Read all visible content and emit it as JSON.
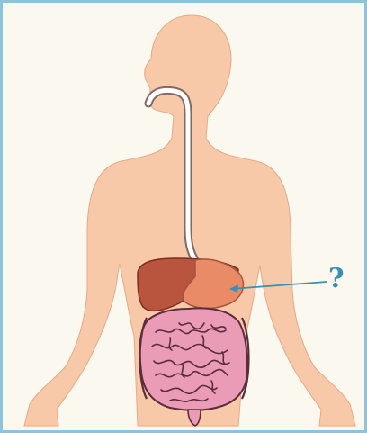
{
  "diagram": {
    "callout_label": "?",
    "colors": {
      "skin": "#f7c9a8",
      "skin_outline": "#e8a886",
      "frame_border": "#8fc3dd",
      "background": "#fbf8ef",
      "liver": "#b9553e",
      "stomach": "#e98b66",
      "intestine": "#ea9bb6",
      "intestine_lines": "#5b2c3a",
      "esophagus": "#ffffff",
      "callout": "#3c8fb2"
    },
    "icons": [
      "human-body-silhouette",
      "esophagus",
      "liver",
      "stomach",
      "small-intestine",
      "large-intestine",
      "pointer-arrow"
    ]
  }
}
